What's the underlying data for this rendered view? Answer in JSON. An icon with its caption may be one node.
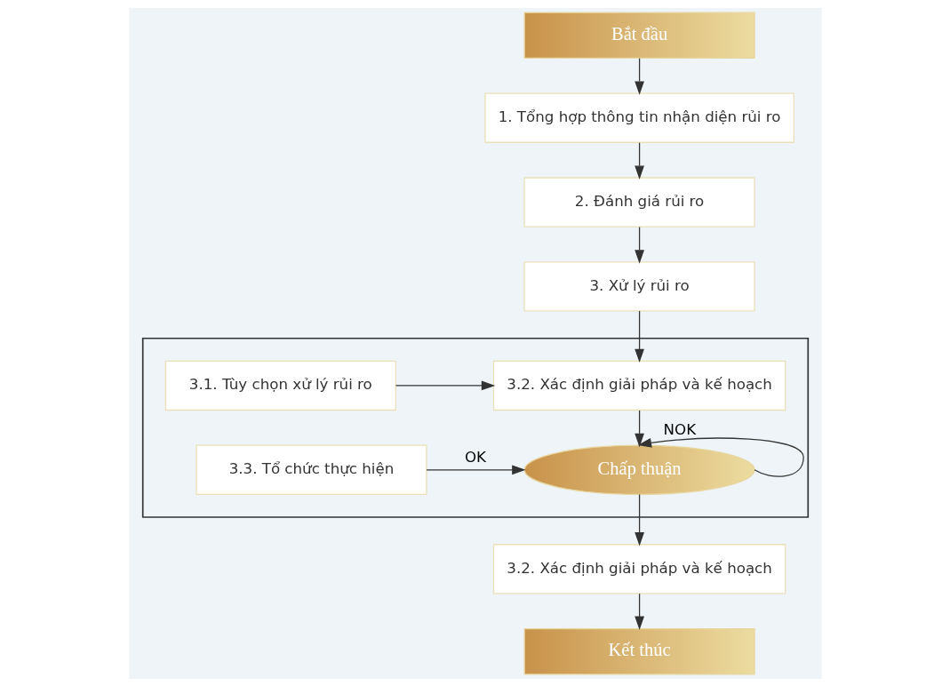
{
  "diagram": {
    "nodes": [
      {
        "text": [
          "Bắt đầu"
        ]
      },
      {
        "text": [
          "1. Tổng hợp thông tin nhận diện rủi ro"
        ]
      },
      {
        "text": [
          "2. Đánh giá rủi ro"
        ]
      },
      {
        "text": [
          "3. Xử lý rủi ro"
        ]
      },
      {
        "text": [],
        "shape": "box"
      },
      {
        "text": [
          "3.1. Tùy chọn xử lý rủi ro"
        ],
        "in": 4
      },
      {
        "text": [
          "3.2. Xác định giải pháp và kế hoạch"
        ],
        "in": 4
      },
      {
        "text": [
          "3.3. Tổ chức thực hiện"
        ],
        "in": 4
      },
      {
        "text": [
          "Chấp thuận"
        ],
        "in": 4
      },
      {
        "text": [
          "3.2. Xác định giải pháp và kế hoạch"
        ]
      },
      {
        "text": [
          "Kết thúc"
        ]
      }
    ],
    "edges": [
      {
        "from": 0,
        "to": 1,
        "arrow": "to"
      },
      {
        "from": 1,
        "to": 2,
        "arrow": "to"
      },
      {
        "from": 2,
        "to": 3,
        "arrow": "to"
      },
      {
        "from": 3,
        "to": 6,
        "arrow": "to"
      },
      {
        "from": 5,
        "to": 6,
        "arrow": "to"
      },
      {
        "from": 6,
        "to": 8,
        "arrow": "to"
      },
      {
        "from": 7,
        "to": 8,
        "arrow": "to",
        "label": "OK"
      },
      {
        "from": 8,
        "to": 8,
        "arrow": "to",
        "label": "NOK"
      },
      {
        "from": 8,
        "to": 9,
        "arrow": "to"
      },
      {
        "from": 9,
        "to": 10,
        "arrow": "to"
      }
    ]
  }
}
